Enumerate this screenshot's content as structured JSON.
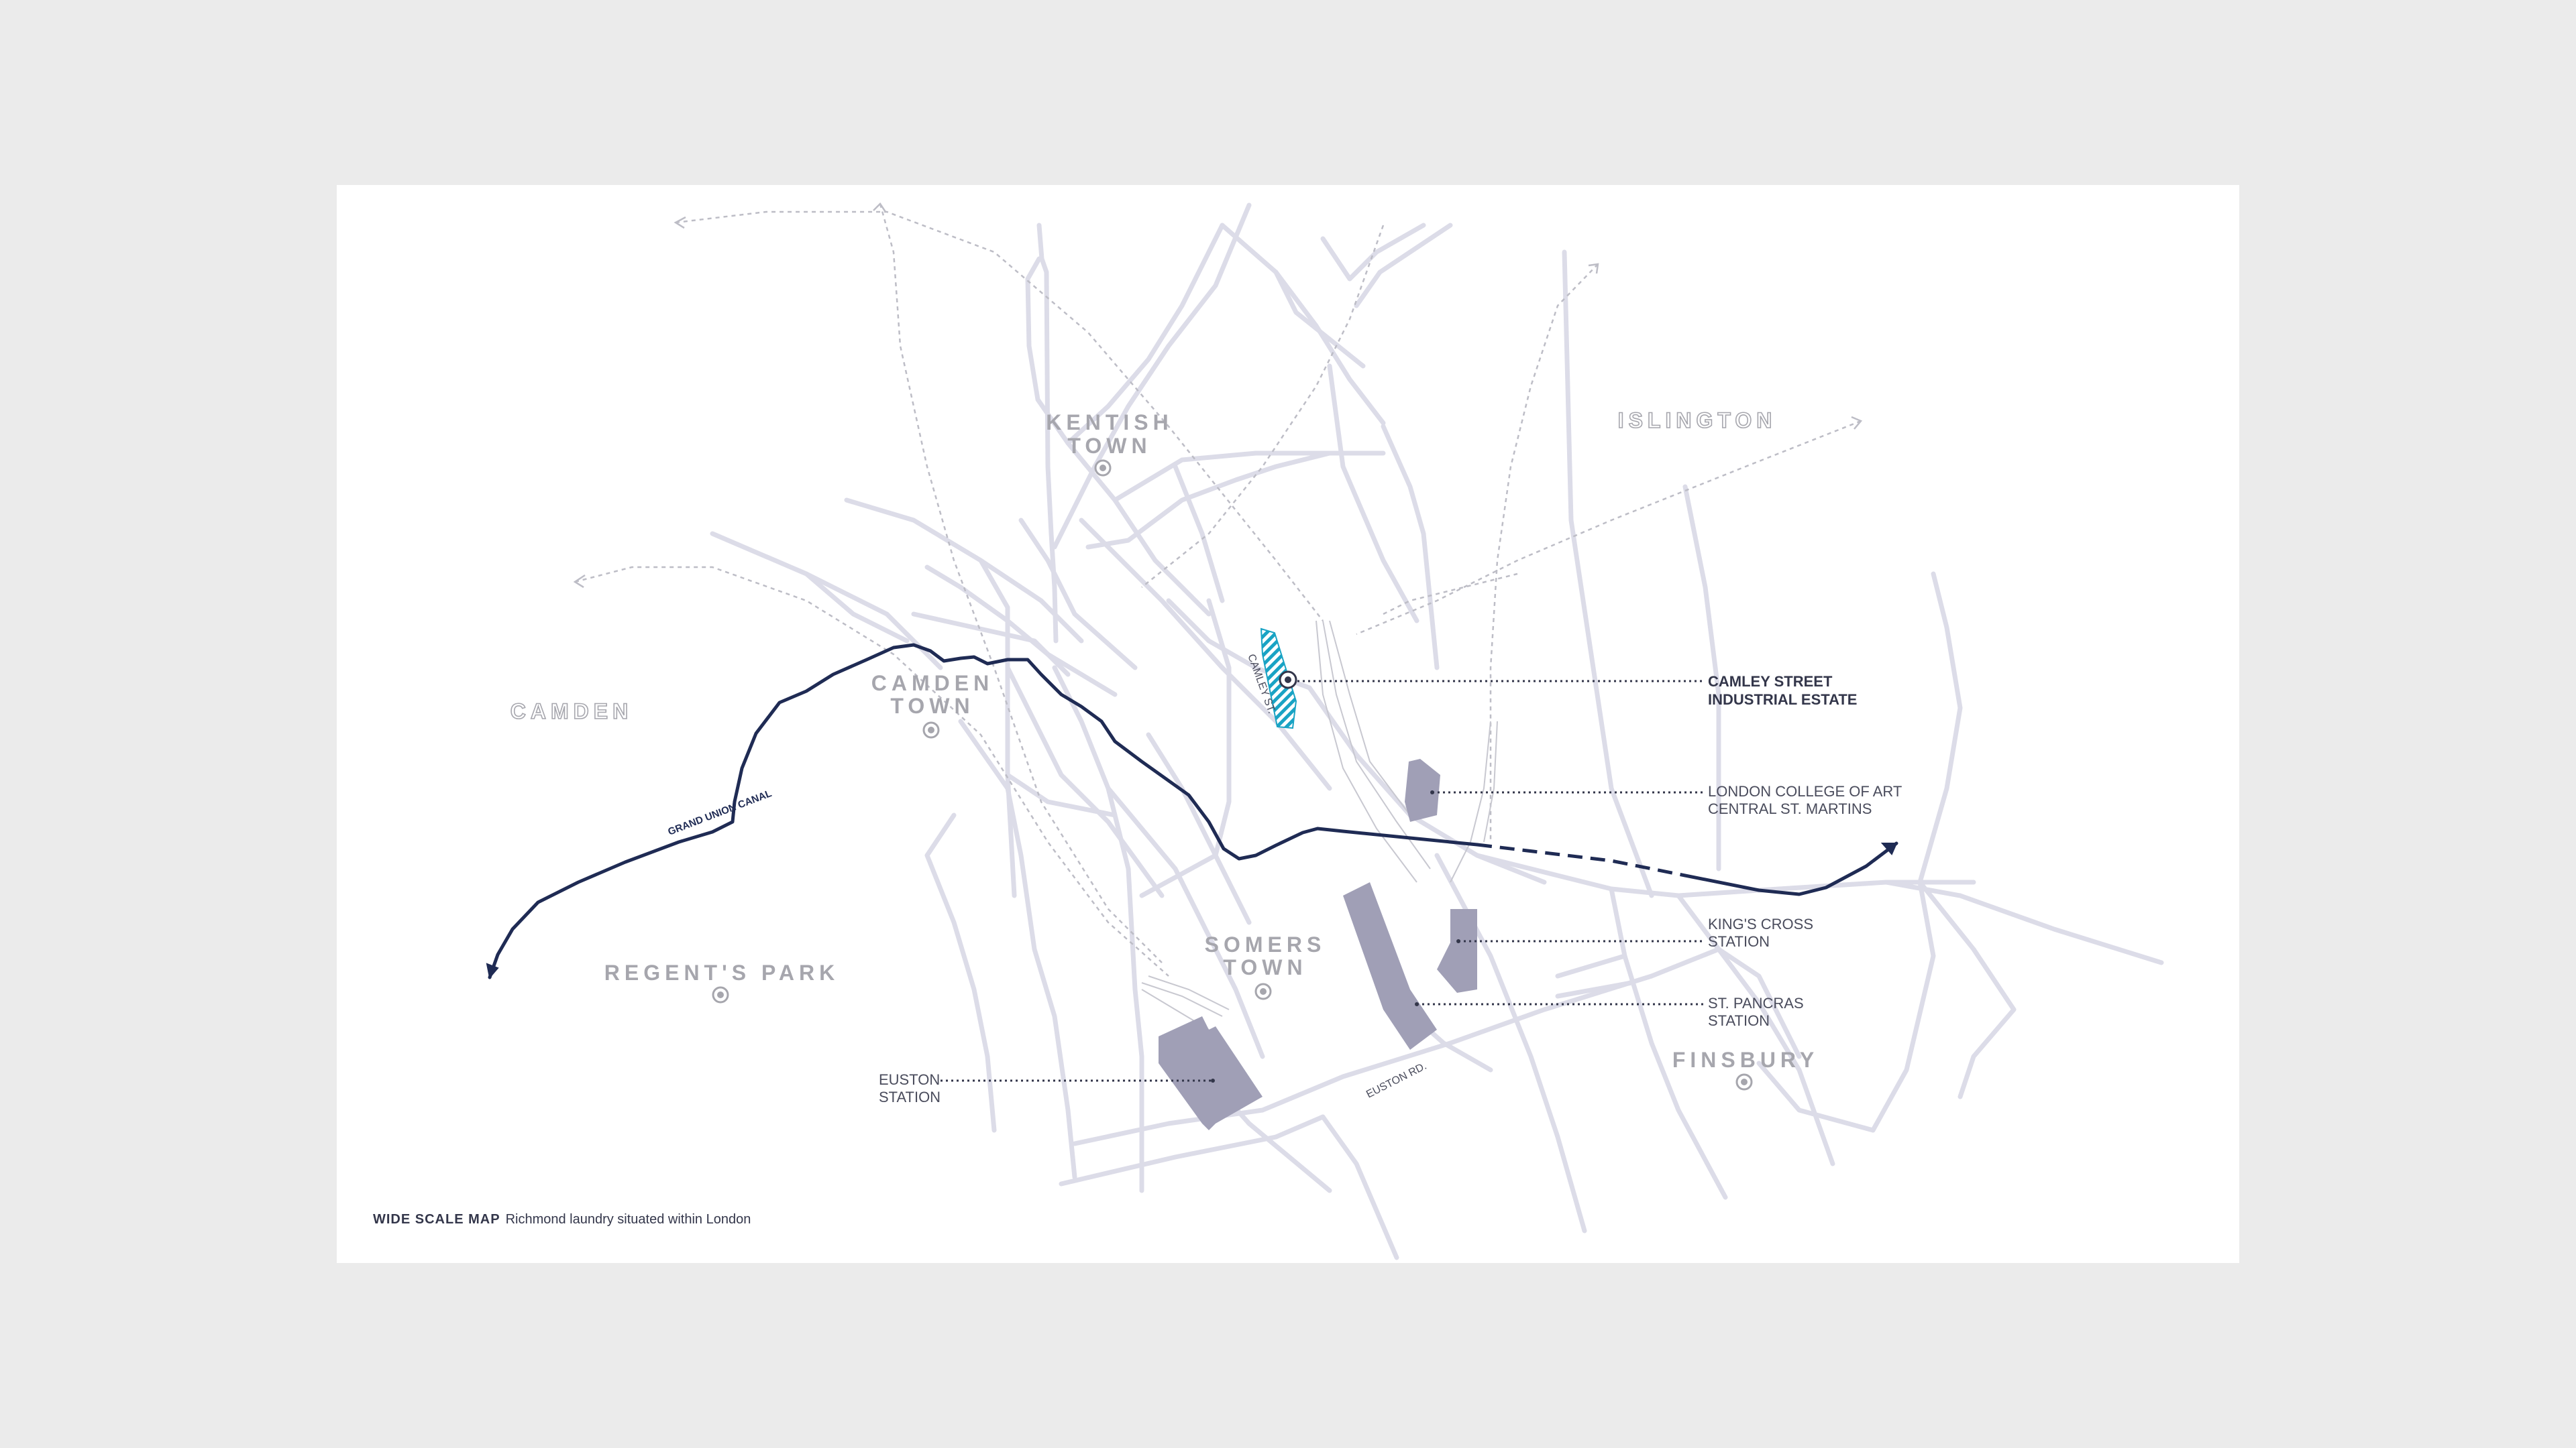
{
  "map": {
    "districts": {
      "kentish_town": [
        "KENTISH",
        "TOWN"
      ],
      "islington": "ISLINGTON",
      "camden": "CAMDEN",
      "camden_town": [
        "CAMDEN",
        "TOWN"
      ],
      "regents_park": "REGENT'S PARK",
      "somers_town": [
        "SOMERS",
        "TOWN"
      ],
      "finsbury": "FINSBURY"
    },
    "streets": {
      "canal": "GRAND UNION CANAL",
      "camley_st": "CAMLEY ST.",
      "euston_rd": "EUSTON RD."
    },
    "callouts": {
      "camley": [
        "CAMLEY STREET",
        "INDUSTRIAL ESTATE"
      ],
      "lca": [
        "LONDON COLLEGE OF ART",
        "CENTRAL ST. MARTINS"
      ],
      "kings_cross": [
        "KING'S CROSS",
        "STATION"
      ],
      "st_pancras": [
        "ST. PANCRAS",
        "STATION"
      ],
      "euston": [
        "EUSTON",
        "STATION"
      ]
    },
    "colors": {
      "canal": "#1f2b54",
      "site": "#19a3c4",
      "building": "#a09fb6",
      "road": "#dcdce8"
    }
  },
  "caption": {
    "title": "WIDE SCALE MAP",
    "text": "Richmond laundry situated within London"
  }
}
